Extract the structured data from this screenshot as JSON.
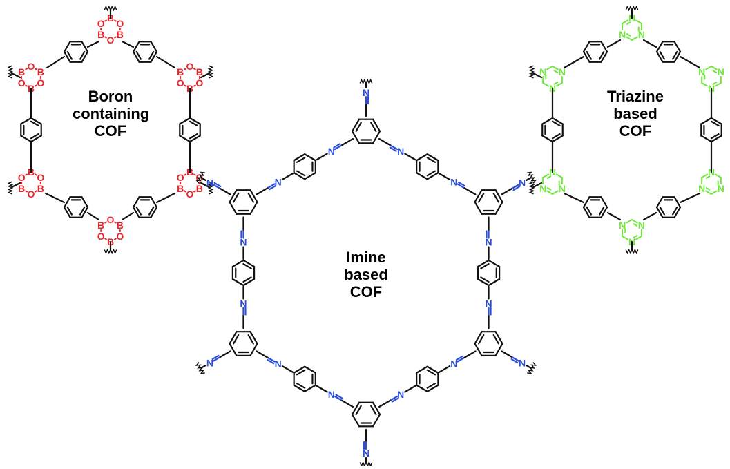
{
  "labels": {
    "boron": [
      "Boron",
      "containing",
      "COF"
    ],
    "imine": [
      "Imine",
      "based",
      "COF"
    ],
    "triazine": [
      "Triazine",
      "based",
      "COF"
    ]
  },
  "atoms": {
    "boron": "B",
    "oxygen": "O",
    "nitrogen": "N"
  },
  "colors": {
    "boron_ring": "#e8242a",
    "imine_link": "#2d4fd6",
    "triazine_ring": "#6fe83c",
    "bonds": "#111111"
  }
}
